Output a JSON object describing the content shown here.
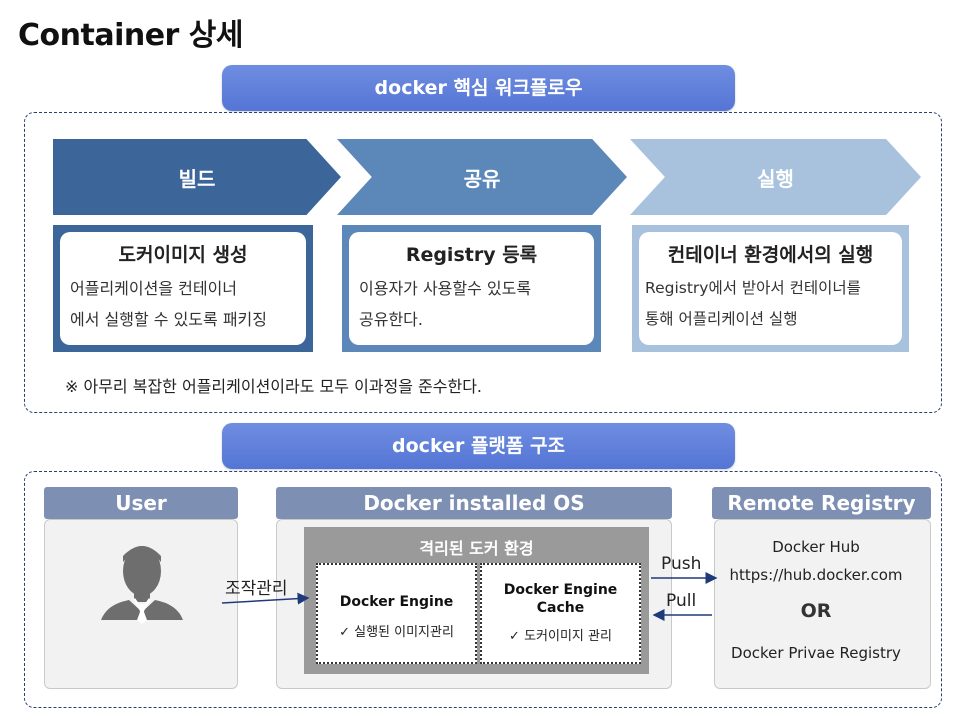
{
  "title": "Container 상세",
  "workflow": {
    "header": "docker 핵심 워크플로우",
    "steps": [
      {
        "label": "빌드",
        "title": "도커이미지 생성",
        "lines": [
          "어플리케이션을 컨테이너",
          "에서 실행할 수 있도록 패키징"
        ]
      },
      {
        "label": "공유",
        "title": "Registry 등록",
        "lines": [
          "이용자가 사용할수 있도록",
          "공유한다."
        ]
      },
      {
        "label": "실행",
        "title": "컨테이너 환경에서의 실행",
        "lines": [
          "Registry에서 받아서 컨테이너를",
          "통해 어플리케이션 실행"
        ]
      }
    ],
    "note": "※ 아무리 복잡한 어플리케이션이라도 모두 이과정을 준수한다."
  },
  "platform": {
    "header": "docker 플랫폼 구조",
    "user": {
      "label": "User",
      "action": "조작관리"
    },
    "os": {
      "label": "Docker installed OS",
      "isolated": "격리된 도커 환경",
      "engine": {
        "title": "Docker Engine",
        "item": "✓ 실행된 이미지관리"
      },
      "cache": {
        "title_line1": "Docker Engine",
        "title_line2": "Cache",
        "item": "✓ 도커이미지 관리"
      }
    },
    "push": "Push",
    "pull": "Pull",
    "remote": {
      "label": "Remote Registry",
      "hub": "Docker Hub",
      "url": "https://hub.docker.com",
      "or": "OR",
      "private": "Docker Privae Registry"
    }
  },
  "colors": {
    "pill": "#5a7bd8",
    "chevron_build": "#3c659a",
    "chevron_share": "#5c88b9",
    "chevron_run": "#a8c2dd",
    "column_header": "#7e8fb4",
    "arrow": "#1f3a7a"
  }
}
